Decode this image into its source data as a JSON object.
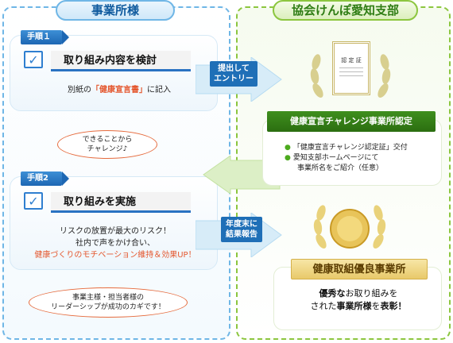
{
  "left_header": "事業所様",
  "right_header": "協会けんぽ愛知支部",
  "step1": {
    "tag": "手順１",
    "title": "取り組み内容を検討",
    "note_before": "別紙の",
    "note_highlight": "「健康宣言書」",
    "note_after": "に記入"
  },
  "bubble1": {
    "line1": "できることから",
    "line2": "チャレンジ♪"
  },
  "step2": {
    "tag": "手順2",
    "title": "取り組みを実施",
    "line1": "リスクの放置が最大のリスク！",
    "line2": "社内で声をかけ合い、",
    "line3": "健康づくりのモチベーション維持＆効果UP！"
  },
  "bubble2": {
    "line1": "事業主様・担当者様の",
    "line2": "リーダーシップが成功のカギです！"
  },
  "arrow1": {
    "line1": "提出して",
    "line2": "エントリー"
  },
  "arrow2": {
    "line1": "年度末に",
    "line2": "結果報告"
  },
  "certificate": {
    "title": "認 定 証"
  },
  "challenge": {
    "title": "健康宣言チャレンジ事業所認定",
    "items": [
      "「健康宣言チャレンジ認定証」交付",
      "愛知支部ホームページにて"
    ],
    "item2_cont": "事業所名をご紹介（任意）"
  },
  "excellent": {
    "title": "健康取組優良事業所",
    "line1_bold": "優秀な",
    "line1_rest": "お取り組みを",
    "line2_pre": "された",
    "line2_bold": "事業所様",
    "line2_mid": "を",
    "line2_bold2": "表彰",
    "line2_end": "！"
  },
  "colors": {
    "blue": "#2a72c2",
    "green": "#3f8f1e",
    "orange": "#e4572e",
    "gold": "#e8c96a"
  }
}
